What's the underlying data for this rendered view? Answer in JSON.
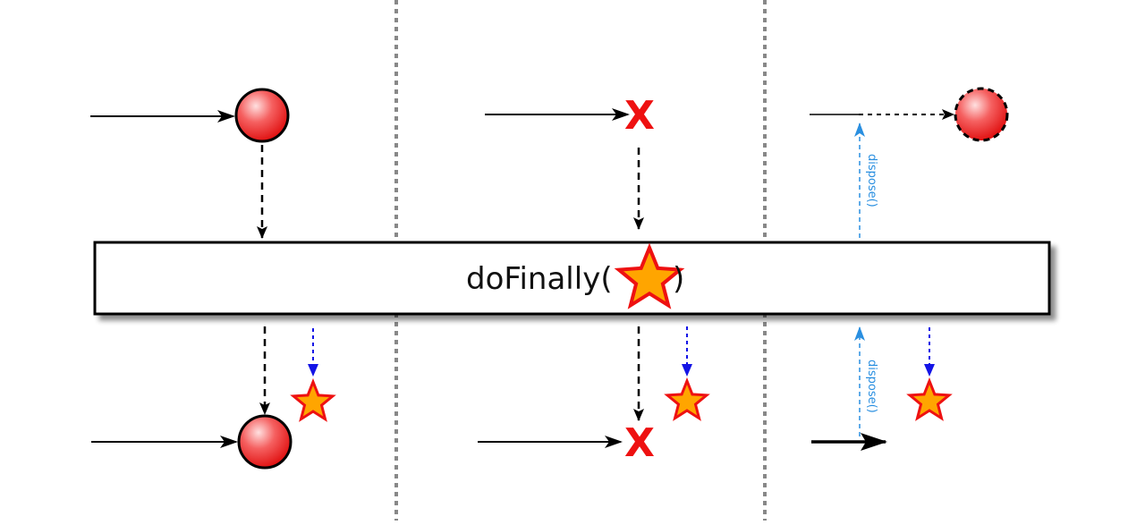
{
  "operator": {
    "name": "doFinally",
    "open_paren": "(",
    "close_paren": ")",
    "action_icon": "star-icon"
  },
  "lanes": [
    {
      "id": "complete",
      "upstream_end": "emission-marble",
      "downstream_end": "emission-marble"
    },
    {
      "id": "error",
      "upstream_end": "error-x",
      "downstream_end": "error-x",
      "error_glyph": "X"
    },
    {
      "id": "dispose",
      "upstream_end": "cancelled-marble",
      "downstream_end": "none",
      "dispose_label": "dispose()"
    }
  ],
  "colors": {
    "marble_fill": "#f02020",
    "marble_highlight": "#ffe0e0",
    "star_fill": "#ffa500",
    "star_stroke": "#ee1111",
    "error_red": "#ee1111",
    "dispose_blue": "#2a8fe0",
    "action_blue": "#1414e6",
    "separator_gray": "#888888"
  }
}
